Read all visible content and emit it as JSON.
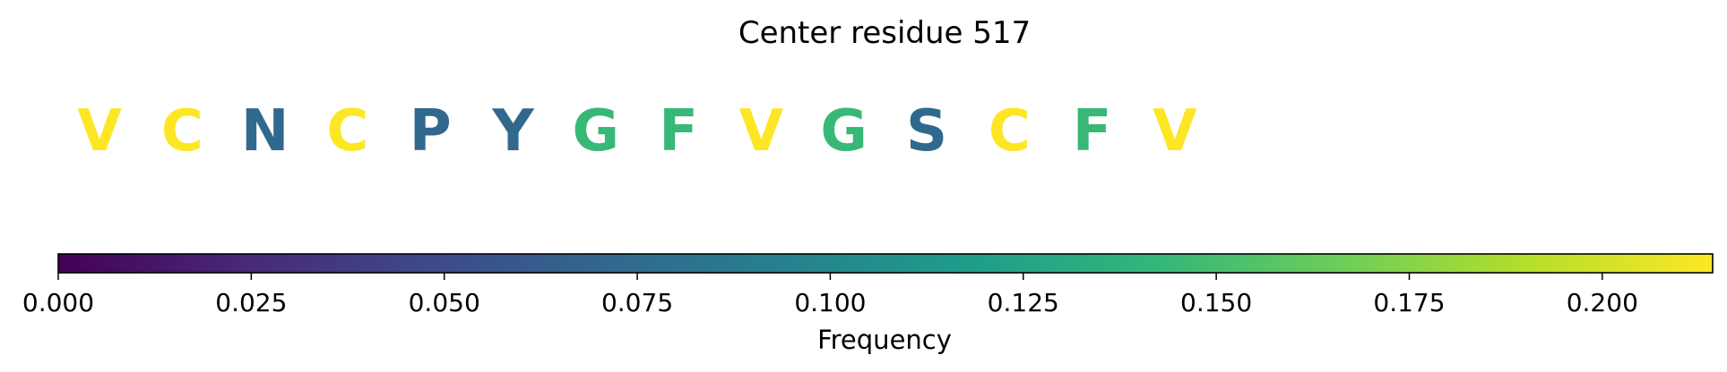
{
  "chart_data": {
    "type": "heatmap",
    "title": "Center residue 517",
    "residues": [
      {
        "letter": "V",
        "frequency": 0.22
      },
      {
        "letter": "C",
        "frequency": 0.22
      },
      {
        "letter": "N",
        "frequency": 0.072
      },
      {
        "letter": "C",
        "frequency": 0.22
      },
      {
        "letter": "P",
        "frequency": 0.072
      },
      {
        "letter": "Y",
        "frequency": 0.072
      },
      {
        "letter": "G",
        "frequency": 0.144
      },
      {
        "letter": "F",
        "frequency": 0.144
      },
      {
        "letter": "V",
        "frequency": 0.22
      },
      {
        "letter": "G",
        "frequency": 0.144
      },
      {
        "letter": "S",
        "frequency": 0.072
      },
      {
        "letter": "C",
        "frequency": 0.22
      },
      {
        "letter": "F",
        "frequency": 0.144
      },
      {
        "letter": "V",
        "frequency": 0.22
      }
    ],
    "colorbar": {
      "label": "Frequency",
      "colormap": "viridis",
      "range": [
        0,
        0.2143
      ],
      "ticks": [
        0.0,
        0.025,
        0.05,
        0.075,
        0.1,
        0.125,
        0.15,
        0.175,
        0.2
      ],
      "tick_labels": [
        "0.000",
        "0.025",
        "0.050",
        "0.075",
        "0.100",
        "0.125",
        "0.150",
        "0.175",
        "0.200"
      ],
      "orientation": "horizontal"
    }
  }
}
